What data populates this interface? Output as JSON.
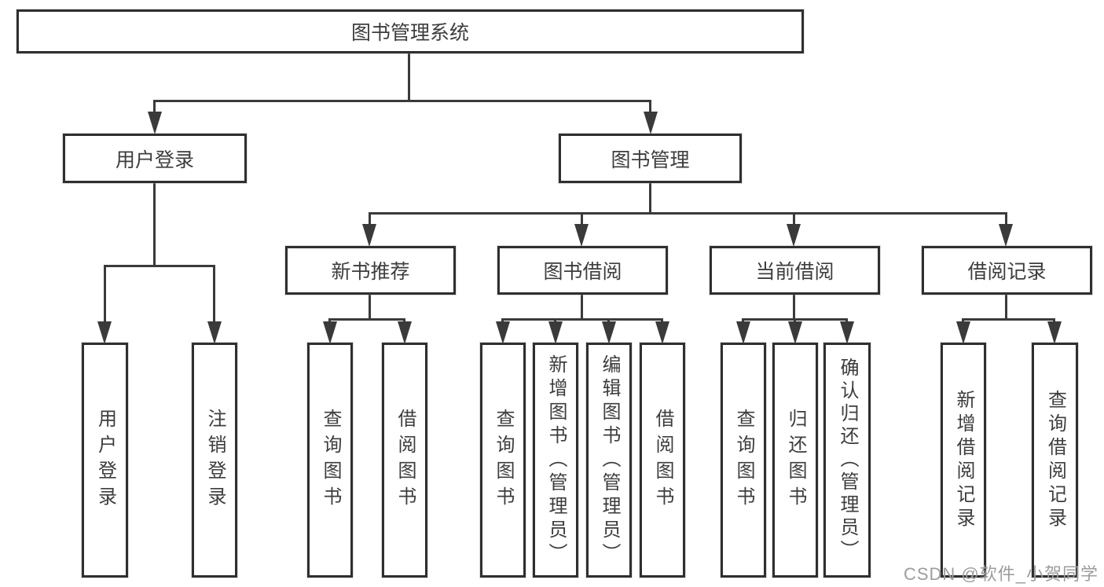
{
  "diagram": {
    "title": "图书管理系统",
    "watermark": "CSDN @软件_小贺同学",
    "colors": {
      "line": "#3a3a3a",
      "border": "#2f2f2f",
      "text": "#3d3d3d",
      "watermark": "#9d9d9d",
      "background": "#ffffff"
    },
    "level2": [
      {
        "label": "用户登录"
      },
      {
        "label": "图书管理"
      }
    ],
    "level3": [
      {
        "label": "新书推荐"
      },
      {
        "label": "图书借阅"
      },
      {
        "label": "当前借阅"
      },
      {
        "label": "借阅记录"
      }
    ],
    "leaves": {
      "login": [
        {
          "label": "用户登录"
        },
        {
          "label": "注销登录"
        }
      ],
      "recommend": [
        {
          "label": "查询图书"
        },
        {
          "label": "借阅图书"
        }
      ],
      "borrow": [
        {
          "label": "查询图书"
        },
        {
          "label": "新增图书（管理员）"
        },
        {
          "label": "编辑图书（管理员）"
        },
        {
          "label": "借阅图书"
        }
      ],
      "current": [
        {
          "label": "查询图书"
        },
        {
          "label": "归还图书"
        },
        {
          "label": "确认归还（管理员）"
        }
      ],
      "records": [
        {
          "label": "新增借阅记录"
        },
        {
          "label": "查询借阅记录"
        }
      ]
    }
  }
}
